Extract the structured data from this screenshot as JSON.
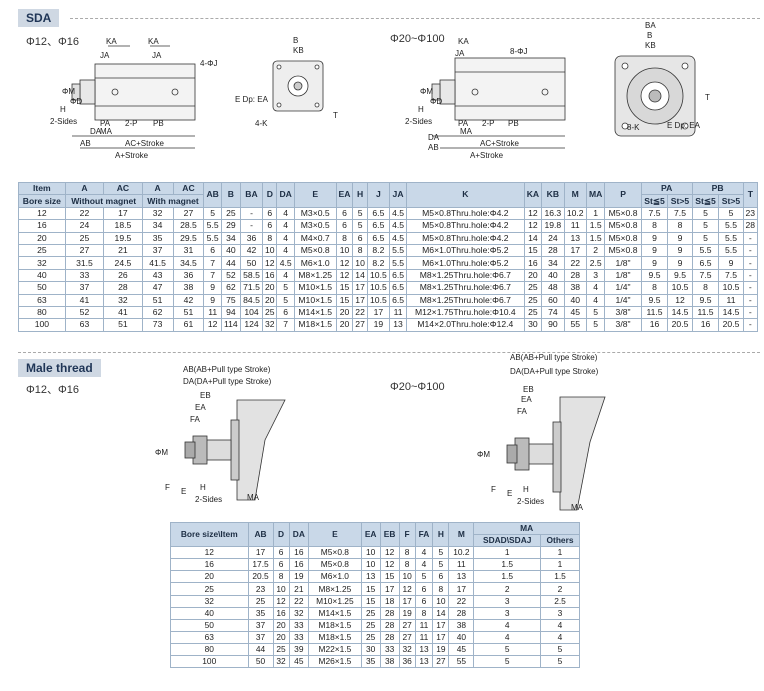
{
  "header": {
    "series": "SDA"
  },
  "top": {
    "left_range": "Φ12、Φ16",
    "right_range": "Φ20~Φ100",
    "labels_left": [
      "KA",
      "JA",
      "KA",
      "JA",
      "4-ΦJ",
      "ΦM",
      "ΦD",
      "H",
      "2-Sides",
      "PA",
      "2-P",
      "PB",
      "DA",
      "MA",
      "AB",
      "AC+Stroke",
      "A+Stroke"
    ],
    "labels_mid": [
      "B",
      "KB",
      "E Dp: EA",
      "4-K",
      "T"
    ],
    "labels_right": [
      "KA",
      "JA",
      "8-ΦJ",
      "ΦM",
      "ΦD",
      "H",
      "2-Sides",
      "PA",
      "2-P",
      "PB",
      "DA",
      "MA",
      "AB",
      "AC+Stroke",
      "A+Stroke"
    ],
    "labels_far": [
      "BA",
      "B",
      "KB",
      "8-K",
      "E Dp: EA",
      "T"
    ]
  },
  "table1": {
    "head1": [
      "Item",
      "A",
      "AC",
      "A",
      "AC",
      "AB",
      "B",
      "BA",
      "D",
      "DA",
      "E",
      "EA",
      "H",
      "J",
      "JA",
      "K",
      "KA",
      "KB",
      "M",
      "MA",
      "P",
      "PA",
      "PB",
      "T"
    ],
    "head2": [
      "Bore size",
      "Without magnet",
      "With magnet",
      "St≦5",
      "St>5",
      "St≦5",
      "St>5"
    ],
    "rows": [
      [
        "12",
        "22",
        "17",
        "32",
        "27",
        "5",
        "25",
        "-",
        "6",
        "4",
        "M3×0.5",
        "6",
        "5",
        "6.5",
        "4.5",
        "M5×0.8Thru.hole:Φ4.2",
        "12",
        "16.3",
        "10.2",
        "1",
        "M5×0.8",
        "7.5",
        "7.5",
        "5",
        "5",
        "23"
      ],
      [
        "16",
        "24",
        "18.5",
        "34",
        "28.5",
        "5.5",
        "29",
        "-",
        "6",
        "4",
        "M3×0.5",
        "6",
        "5",
        "6.5",
        "4.5",
        "M5×0.8Thru.hole:Φ4.2",
        "12",
        "19.8",
        "11",
        "1.5",
        "M5×0.8",
        "8",
        "8",
        "5",
        "5.5",
        "28"
      ],
      [
        "20",
        "25",
        "19.5",
        "35",
        "29.5",
        "5.5",
        "34",
        "36",
        "8",
        "4",
        "M4×0.7",
        "8",
        "6",
        "6.5",
        "4.5",
        "M5×0.8Thru.hole:Φ4.2",
        "14",
        "24",
        "13",
        "1.5",
        "M5×0.8",
        "9",
        "9",
        "5",
        "5.5",
        "-"
      ],
      [
        "25",
        "27",
        "21",
        "37",
        "31",
        "6",
        "40",
        "42",
        "10",
        "4",
        "M5×0.8",
        "10",
        "8",
        "8.2",
        "5.5",
        "M6×1.0Thru.hole:Φ5.2",
        "15",
        "28",
        "17",
        "2",
        "M5×0.8",
        "9",
        "9",
        "5.5",
        "5.5",
        "-"
      ],
      [
        "32",
        "31.5",
        "24.5",
        "41.5",
        "34.5",
        "7",
        "44",
        "50",
        "12",
        "4.5",
        "M6×1.0",
        "12",
        "10",
        "8.2",
        "5.5",
        "M6×1.0Thru.hole:Φ5.2",
        "16",
        "34",
        "22",
        "2.5",
        "1/8\"",
        "9",
        "9",
        "6.5",
        "9",
        "-"
      ],
      [
        "40",
        "33",
        "26",
        "43",
        "36",
        "7",
        "52",
        "58.5",
        "16",
        "4",
        "M8×1.25",
        "12",
        "14",
        "10.5",
        "6.5",
        "M8×1.25Thru.hole:Φ6.7",
        "20",
        "40",
        "28",
        "3",
        "1/8\"",
        "9.5",
        "9.5",
        "7.5",
        "7.5",
        "-"
      ],
      [
        "50",
        "37",
        "28",
        "47",
        "38",
        "9",
        "62",
        "71.5",
        "20",
        "5",
        "M10×1.5",
        "15",
        "17",
        "10.5",
        "6.5",
        "M8×1.25Thru.hole:Φ6.7",
        "25",
        "48",
        "38",
        "4",
        "1/4\"",
        "8",
        "10.5",
        "8",
        "10.5",
        "-"
      ],
      [
        "63",
        "41",
        "32",
        "51",
        "42",
        "9",
        "75",
        "84.5",
        "20",
        "5",
        "M10×1.5",
        "15",
        "17",
        "10.5",
        "6.5",
        "M8×1.25Thru.hole:Φ6.7",
        "25",
        "60",
        "40",
        "4",
        "1/4\"",
        "9.5",
        "12",
        "9.5",
        "11",
        "-"
      ],
      [
        "80",
        "52",
        "41",
        "62",
        "51",
        "11",
        "94",
        "104",
        "25",
        "6",
        "M14×1.5",
        "20",
        "22",
        "17",
        "11",
        "M12×1.75Thru.hole:Φ10.4",
        "25",
        "74",
        "45",
        "5",
        "3/8\"",
        "11.5",
        "14.5",
        "11.5",
        "14.5",
        "-"
      ],
      [
        "100",
        "63",
        "51",
        "73",
        "61",
        "12",
        "114",
        "124",
        "32",
        "7",
        "M18×1.5",
        "20",
        "27",
        "19",
        "13",
        "M14×2.0Thru.hole:Φ12.4",
        "30",
        "90",
        "55",
        "5",
        "3/8\"",
        "16",
        "20.5",
        "16",
        "20.5",
        "-"
      ]
    ]
  },
  "male": {
    "title": "Male thread",
    "left_range": "Φ12、Φ16",
    "right_range": "Φ20~Φ100",
    "labels": [
      "AB(AB+Pull type Stroke)",
      "DA(DA+Pull type Stroke)",
      "EB",
      "EA",
      "FA",
      "ΦM",
      "F",
      "E",
      "H",
      "2-Sides",
      "MA"
    ]
  },
  "table2": {
    "head1": [
      "Bore size\\Item",
      "AB",
      "D",
      "DA",
      "E",
      "EA",
      "EB",
      "F",
      "FA",
      "H",
      "M",
      "MA"
    ],
    "head2": [
      "SDAD\\SDAJ",
      "Others"
    ],
    "rows": [
      [
        "12",
        "17",
        "6",
        "16",
        "M5×0.8",
        "10",
        "12",
        "8",
        "4",
        "5",
        "10.2",
        "1",
        "1"
      ],
      [
        "16",
        "17.5",
        "6",
        "16",
        "M5×0.8",
        "10",
        "12",
        "8",
        "4",
        "5",
        "11",
        "1.5",
        "1"
      ],
      [
        "20",
        "20.5",
        "8",
        "19",
        "M6×1.0",
        "13",
        "15",
        "10",
        "5",
        "6",
        "13",
        "1.5",
        "1.5"
      ],
      [
        "25",
        "23",
        "10",
        "21",
        "M8×1.25",
        "15",
        "17",
        "12",
        "6",
        "8",
        "17",
        "2",
        "2"
      ],
      [
        "32",
        "25",
        "12",
        "22",
        "M10×1.25",
        "15",
        "18",
        "17",
        "6",
        "10",
        "22",
        "3",
        "2.5"
      ],
      [
        "40",
        "35",
        "16",
        "32",
        "M14×1.5",
        "25",
        "28",
        "19",
        "8",
        "14",
        "28",
        "3",
        "3"
      ],
      [
        "50",
        "37",
        "20",
        "33",
        "M18×1.5",
        "25",
        "28",
        "27",
        "11",
        "17",
        "38",
        "4",
        "4"
      ],
      [
        "63",
        "37",
        "20",
        "33",
        "M18×1.5",
        "25",
        "28",
        "27",
        "11",
        "17",
        "40",
        "4",
        "4"
      ],
      [
        "80",
        "44",
        "25",
        "39",
        "M22×1.5",
        "30",
        "33",
        "32",
        "13",
        "19",
        "45",
        "5",
        "5"
      ],
      [
        "100",
        "50",
        "32",
        "45",
        "M26×1.5",
        "35",
        "38",
        "36",
        "13",
        "27",
        "55",
        "5",
        "5"
      ]
    ]
  }
}
